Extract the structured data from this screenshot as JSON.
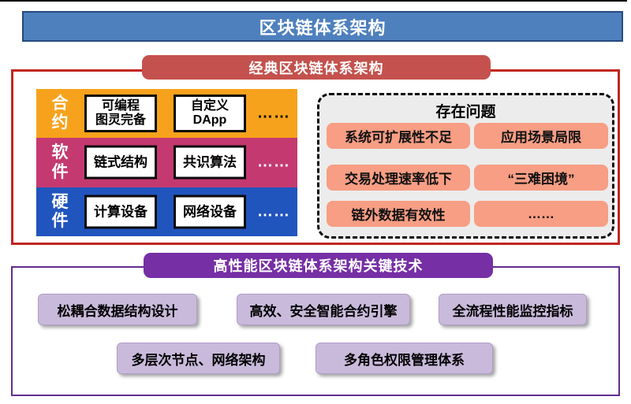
{
  "banner": {
    "label": "区块链体系架构",
    "fill": "#4E80BE",
    "border": "#26497F"
  },
  "classic": {
    "header": "经典区块链体系架构",
    "header_fill": "#C4514D",
    "box_border": "#C2251F",
    "layers": [
      {
        "label": "合约",
        "fill": "#F7A21C",
        "items": [
          "可编程\n图灵完备",
          "自定义\nDApp"
        ],
        "ellipsis": "……",
        "ellipsis_color": "#000000"
      },
      {
        "label": "软件",
        "fill": "#C43A70",
        "items": [
          "链式结构",
          "共识算法"
        ],
        "ellipsis": "……",
        "ellipsis_color": "#FFFFFF"
      },
      {
        "label": "硬件",
        "fill": "#2155BE",
        "items": [
          "计算设备",
          "网络设备"
        ],
        "ellipsis": "……",
        "ellipsis_color": "#FFFFFF"
      }
    ],
    "problems": {
      "title": "存在问题",
      "panel_fill": "#ECECEC",
      "item_fill": "#F79E84",
      "items": [
        "系统可扩展性不足",
        "应用场景局限",
        "交易处理速率低下",
        "“三难困境”",
        "链外数据有效性",
        "……"
      ]
    }
  },
  "key_tech": {
    "header": "高性能区块链体系架构关键技术",
    "header_fill": "#762FA5",
    "box_border": "#632C90",
    "item_fill": "#C9BADB",
    "row1": [
      "松耦合数据结构设计",
      "高效、安全智能合约引擎",
      "全流程性能监控指标"
    ],
    "row2": [
      "多层次节点、网络架构",
      "多角色权限管理体系"
    ]
  }
}
